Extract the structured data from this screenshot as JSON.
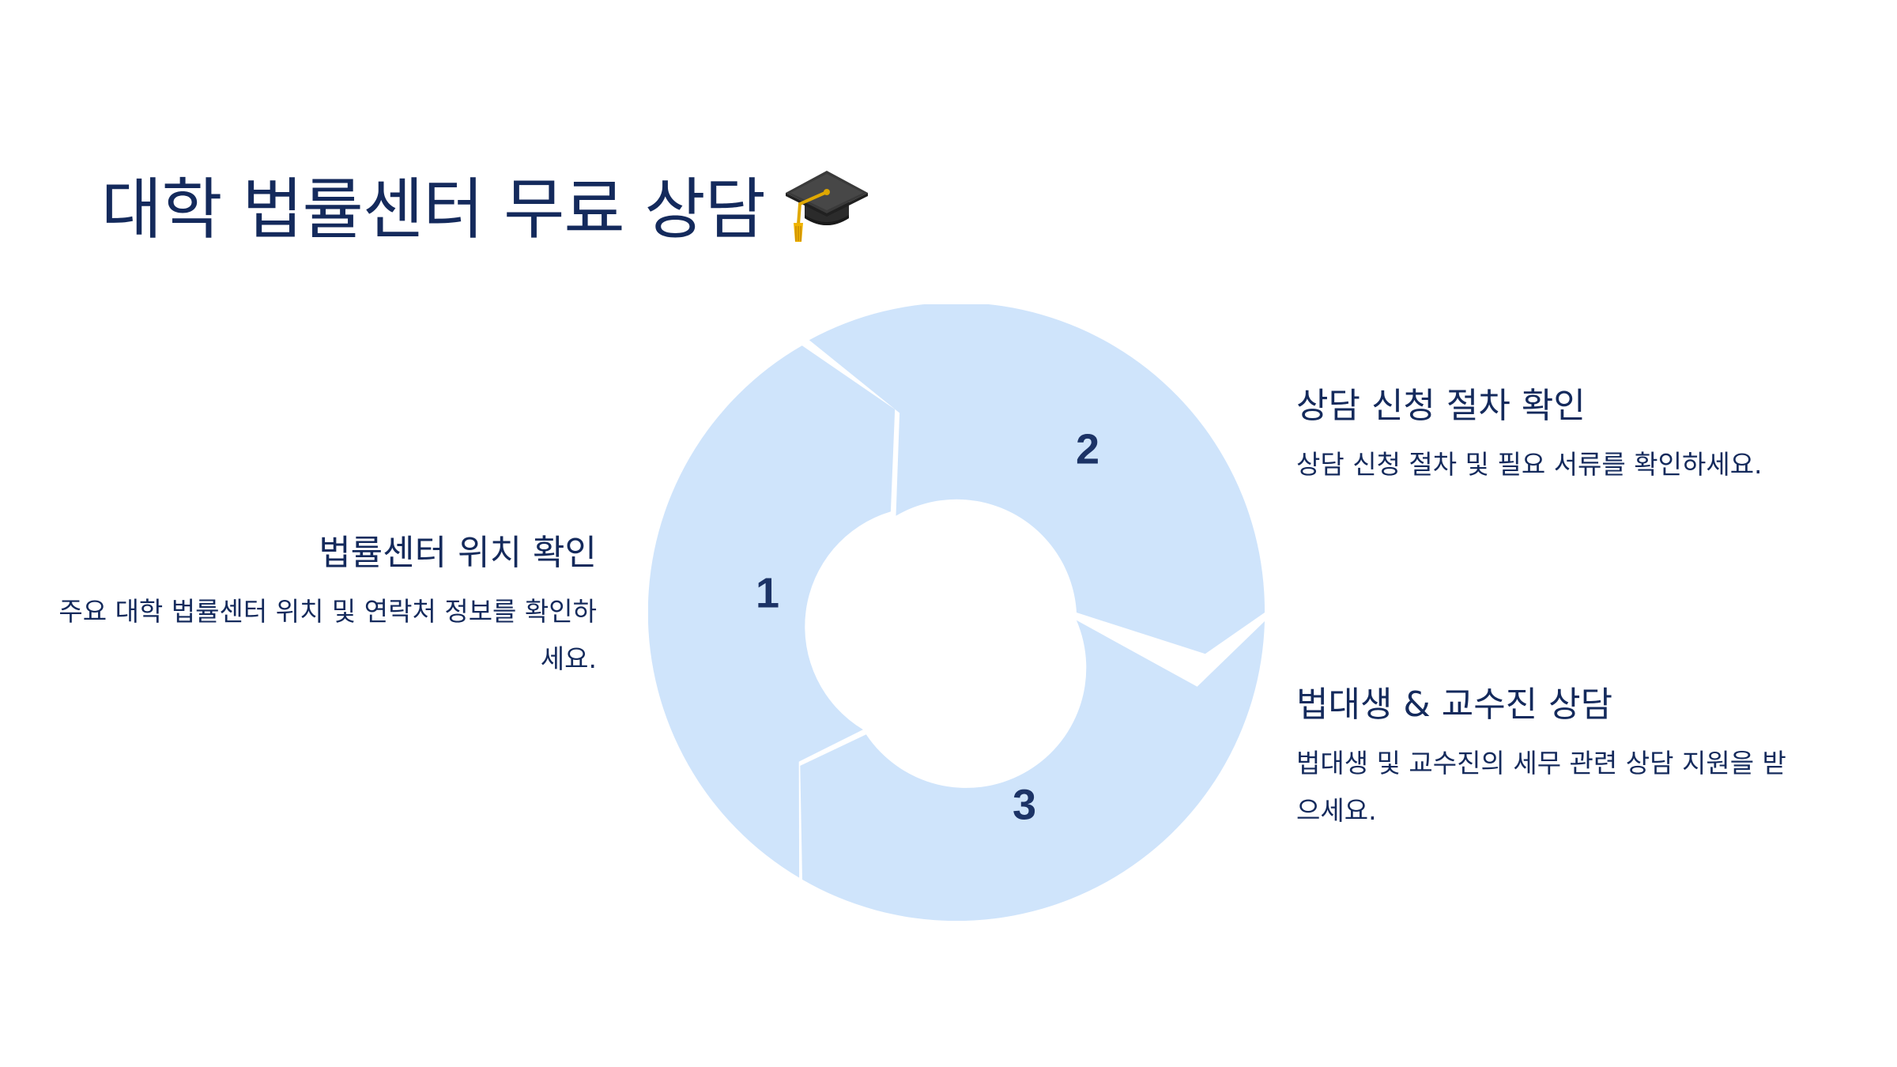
{
  "title": {
    "text": "대학 법률센터 무료 상담",
    "icon": "graduation-cap-icon"
  },
  "colors": {
    "text": "#142a5c",
    "segment_fill": "#cfe4fb",
    "background": "#ffffff"
  },
  "cycle": {
    "steps": [
      {
        "number": "1",
        "title": "법률센터 위치 확인",
        "description": "주요 대학 법률센터 위치 및 연락처 정보를 확인하세요."
      },
      {
        "number": "2",
        "title": "상담 신청 절차 확인",
        "description": "상담 신청 절차 및 필요 서류를 확인하세요."
      },
      {
        "number": "3",
        "title": "법대생 & 교수진 상담",
        "description": "법대생 및 교수진의 세무 관련 상담 지원을 받으세요."
      }
    ]
  }
}
